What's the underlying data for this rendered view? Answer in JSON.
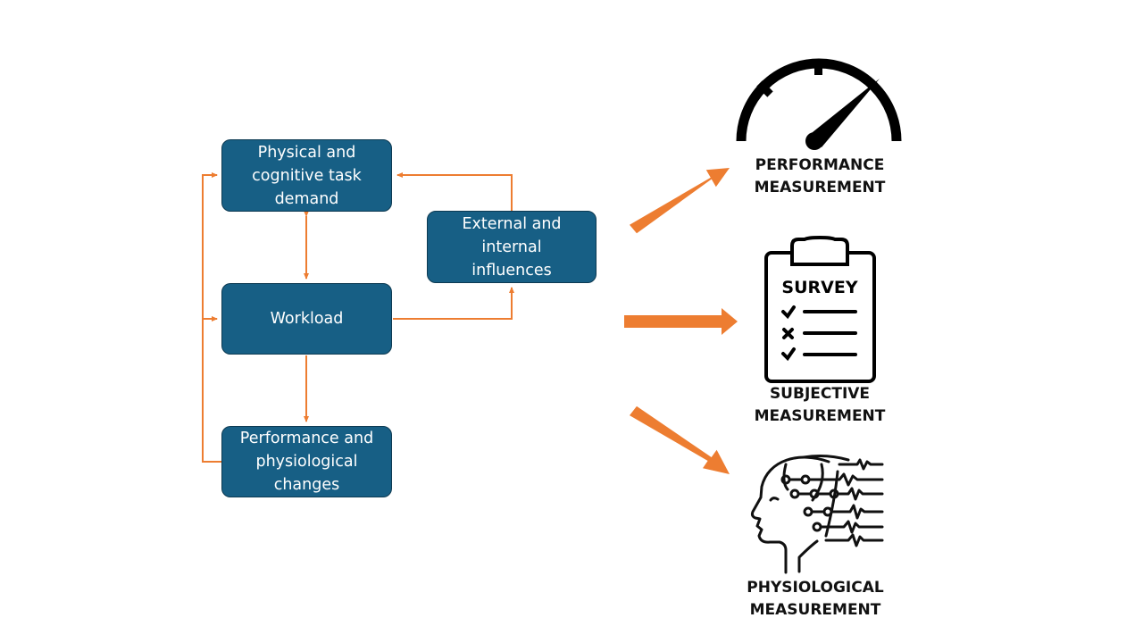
{
  "diagram": {
    "boxes": {
      "demand": [
        "Physical and",
        "cognitive task",
        "demand"
      ],
      "workload": [
        "Workload"
      ],
      "changes": [
        "Performance and",
        "physiological",
        "changes"
      ],
      "external": [
        "External and",
        "internal",
        "influences"
      ]
    },
    "measurements": {
      "performance": [
        "PERFORMANCE",
        "MEASUREMENT"
      ],
      "subjective": [
        "SUBJECTIVE",
        "MEASUREMENT"
      ],
      "physiological": [
        "PHYSIOLOGICAL",
        "MEASUREMENT"
      ]
    },
    "survey_icon_title": "SURVEY"
  },
  "colors": {
    "box_fill": "#175f85",
    "connector": "#ed7d31",
    "big_arrow": "#ed7d31",
    "icon": "#000000"
  },
  "icons": [
    "speedometer-icon",
    "survey-clipboard-icon",
    "head-brainwave-icon"
  ]
}
